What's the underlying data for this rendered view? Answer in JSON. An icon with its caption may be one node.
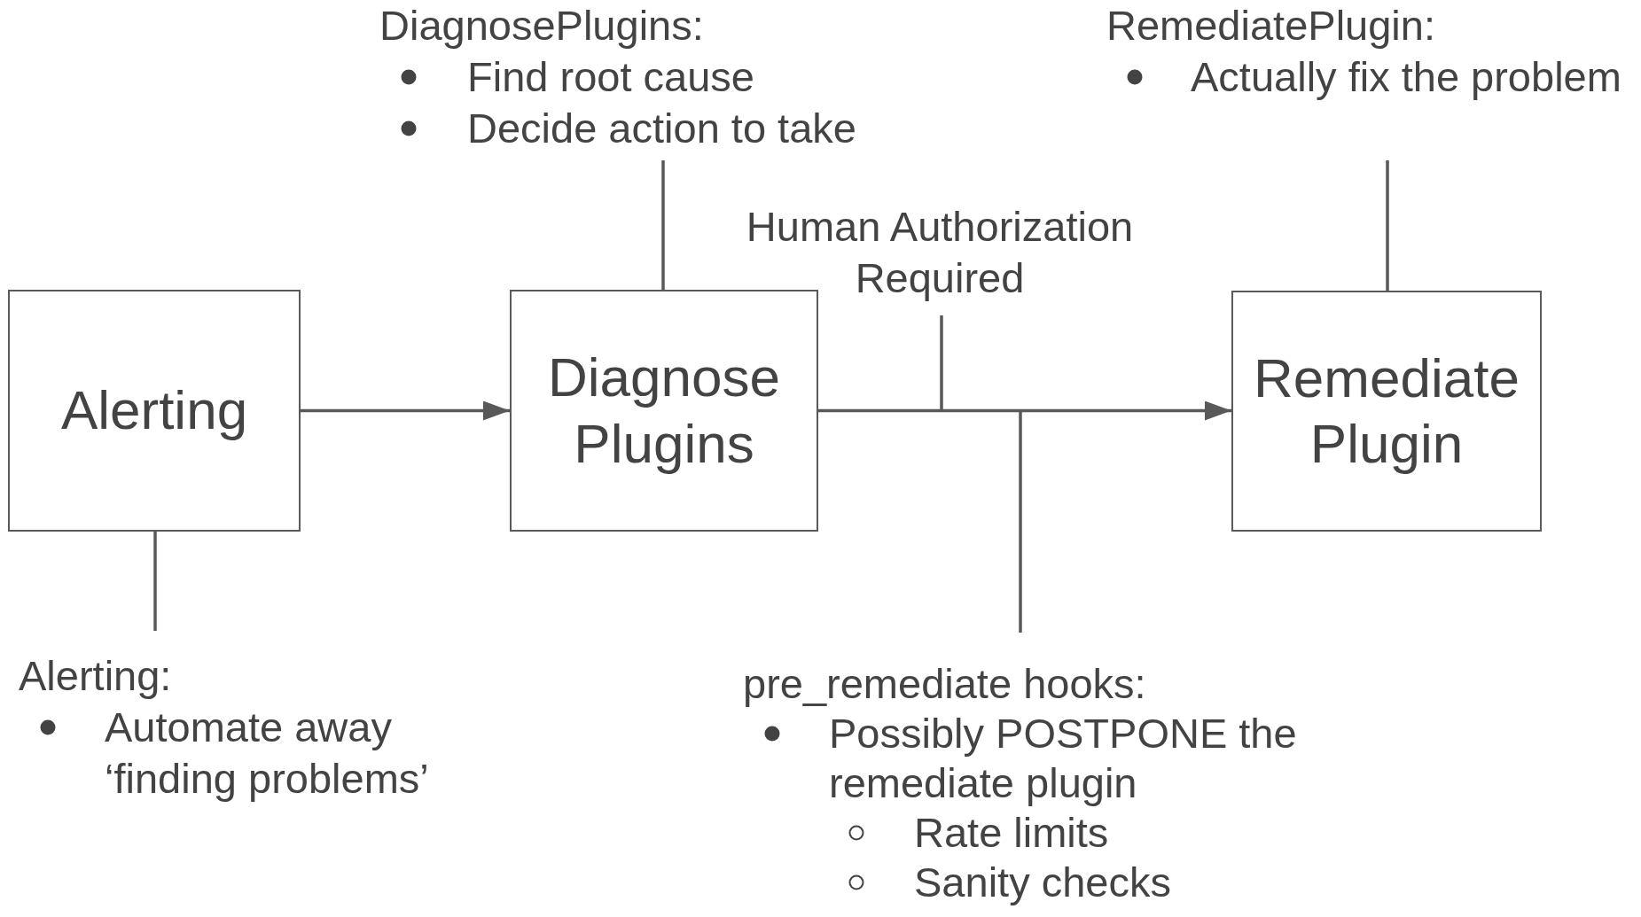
{
  "diagram": {
    "nodes": [
      {
        "text": [
          "Alerting"
        ]
      },
      {
        "text": [
          "Diagnose Plugins"
        ]
      },
      {
        "text": [
          "Remediate Plugin"
        ]
      },
      {
        "text": [
          "DiagnosePlugins:",
          "Find root cause",
          "Decide action to take"
        ]
      },
      {
        "text": [
          "RemediatePlugin:",
          "Actually fix the problem"
        ]
      },
      {
        "text": [
          "Human Authorization Required"
        ]
      },
      {
        "text": [
          "Alerting:",
          "Automate away ‘finding problems’"
        ]
      },
      {
        "text": [
          "pre_remediate hooks:",
          "Possibly POSTPONE the remediate plugin",
          "Rate limits",
          "Sanity checks"
        ]
      }
    ],
    "edges": [
      {
        "from": 0,
        "to": 1,
        "arrow": "to"
      },
      {
        "from": 1,
        "to": 2,
        "arrow": "to"
      },
      {
        "from": 3,
        "to": 1,
        "arrow": "none"
      },
      {
        "from": 4,
        "to": 2,
        "arrow": "none"
      },
      {
        "from": 5,
        "to": null,
        "arrow": "none"
      },
      {
        "from": 6,
        "to": 0,
        "arrow": "none"
      },
      {
        "from": 7,
        "to": null,
        "arrow": "none"
      }
    ]
  }
}
